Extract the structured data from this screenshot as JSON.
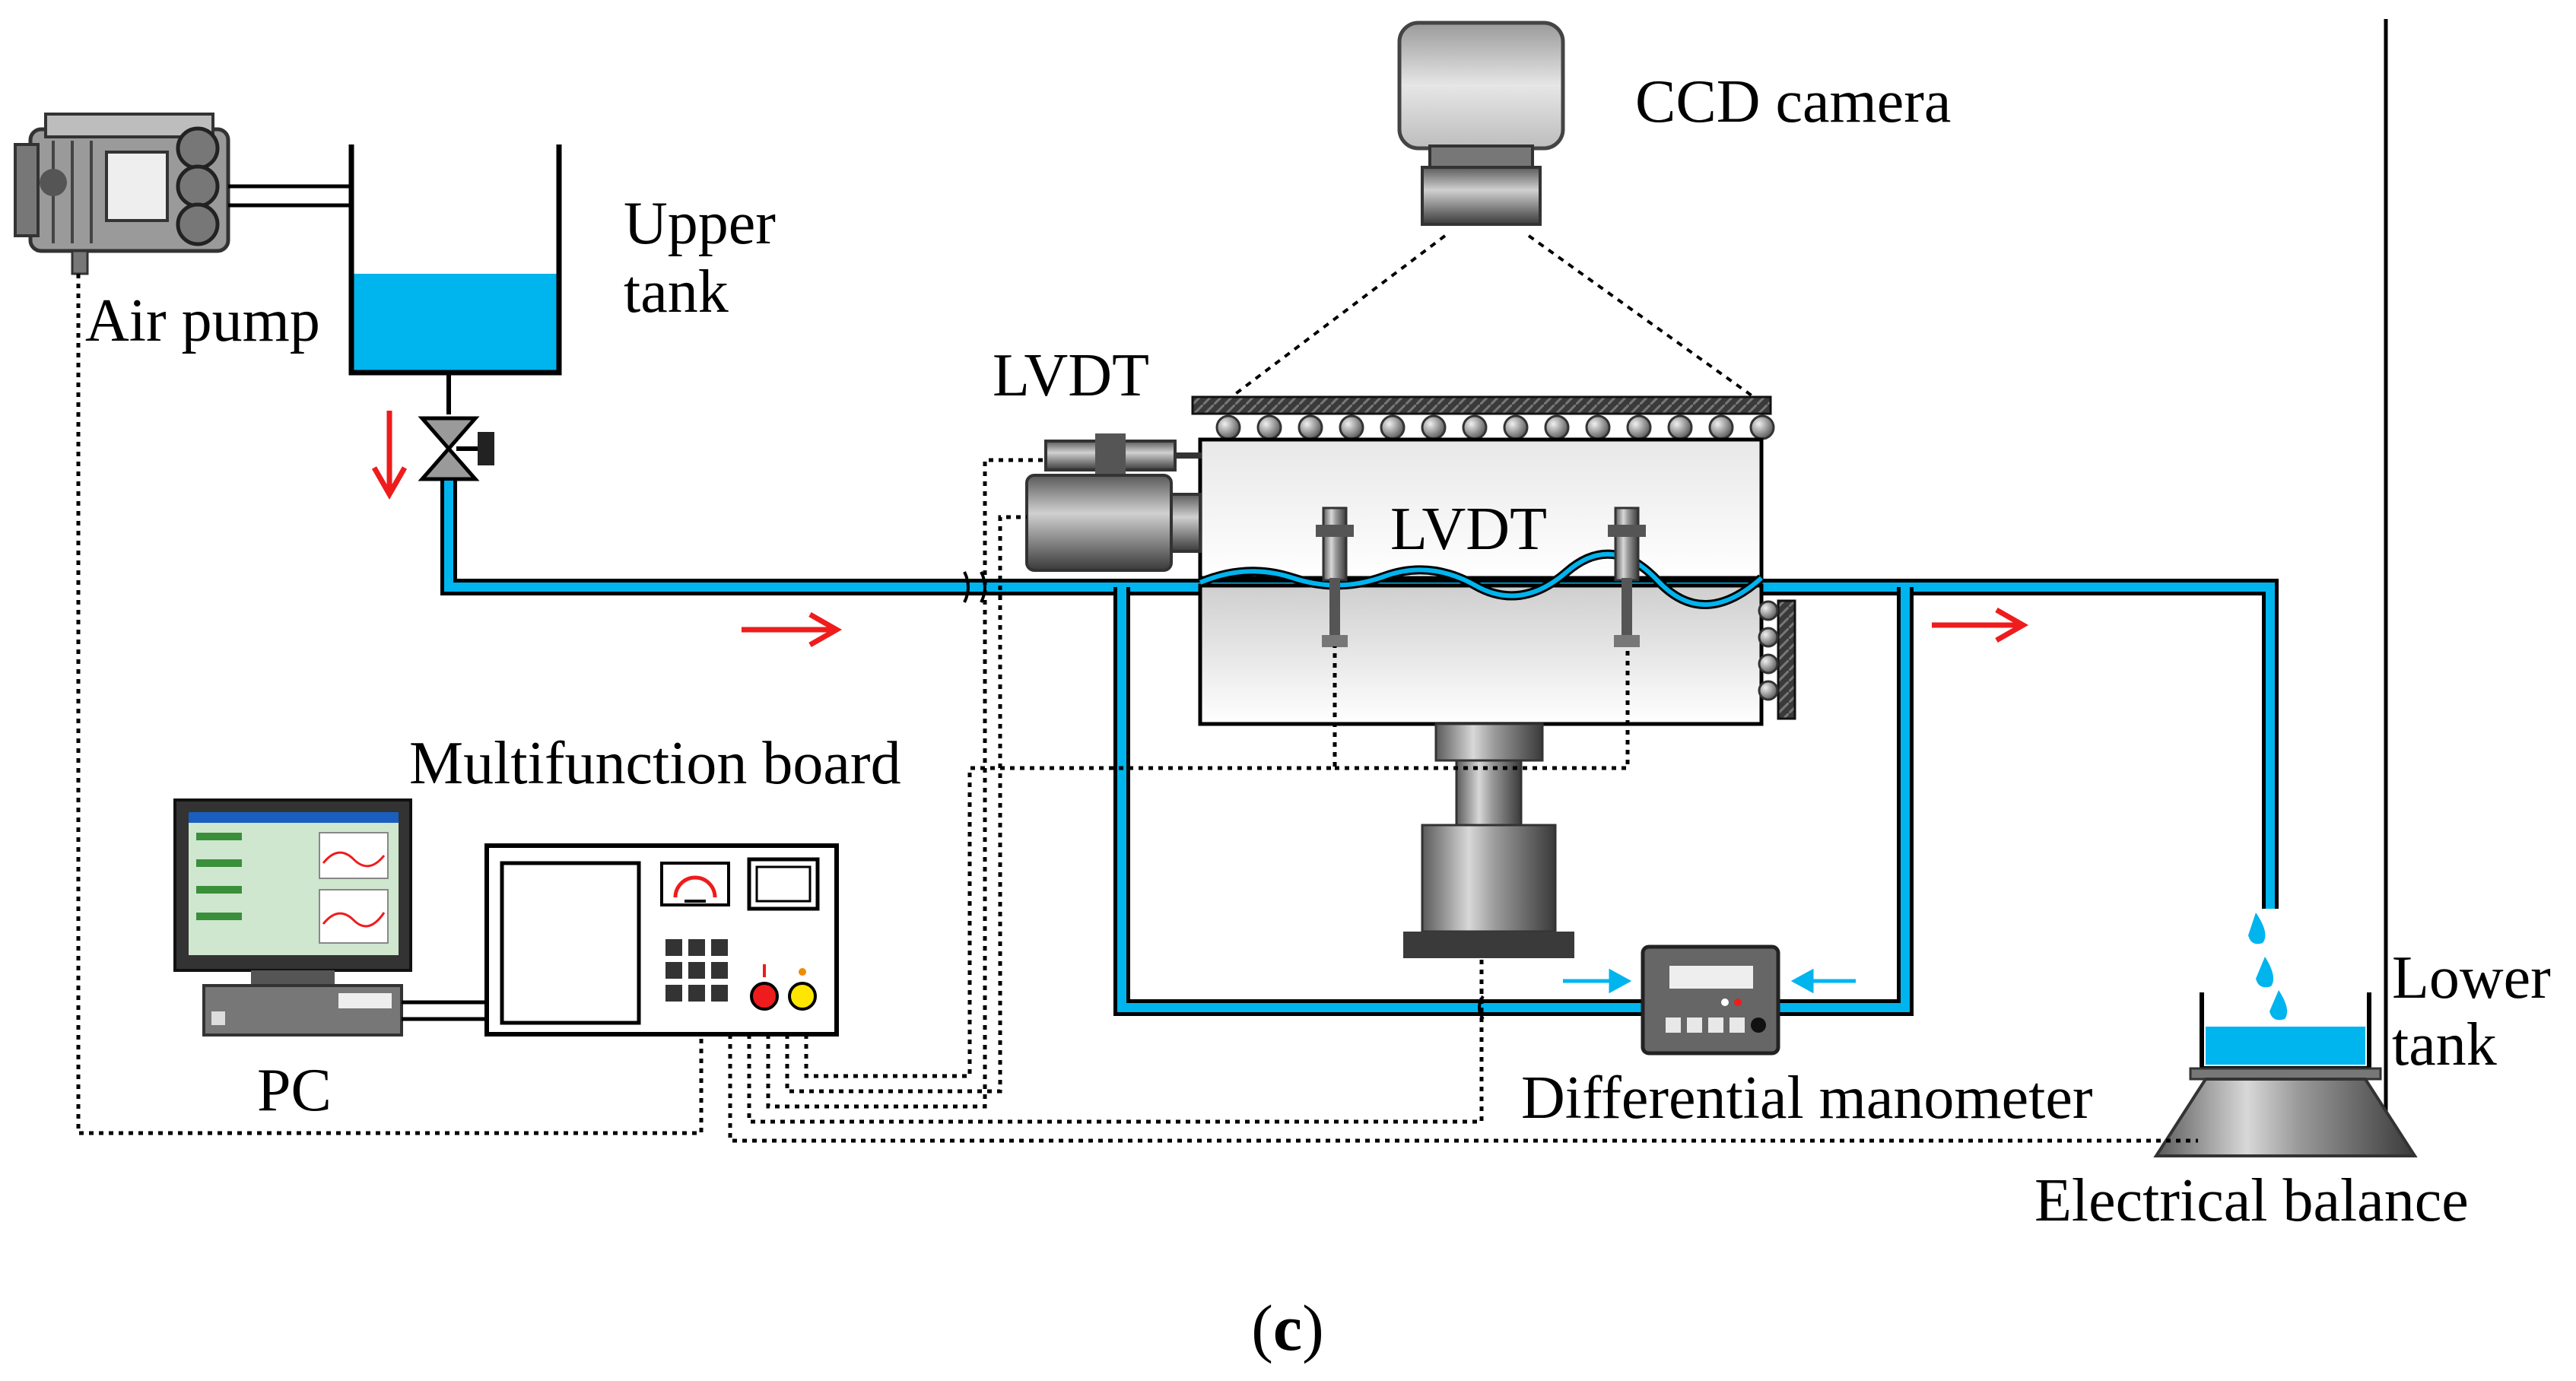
{
  "labels": {
    "ccd_camera": "CCD camera",
    "upper": "Upper",
    "tank": "tank",
    "air_pump": "Air pump",
    "lvdt_top": "LVDT",
    "lvdt_mid": "LVDT",
    "multifunction_board": "Multifunction board",
    "pc": "PC",
    "lower": "Lower",
    "lower_tank": "tank",
    "differential_manometer": "Differential manometer",
    "electrical_balance": "Electrical balance"
  },
  "caption": {
    "open": "(",
    "letter": "c",
    "close": ")"
  },
  "colors": {
    "water": "#00b4ee",
    "flow_arrow": "#ee1c1c",
    "steel_dark": "#3a3a3a",
    "steel_mid": "#8a8a8a",
    "signal_line": "#000000"
  }
}
